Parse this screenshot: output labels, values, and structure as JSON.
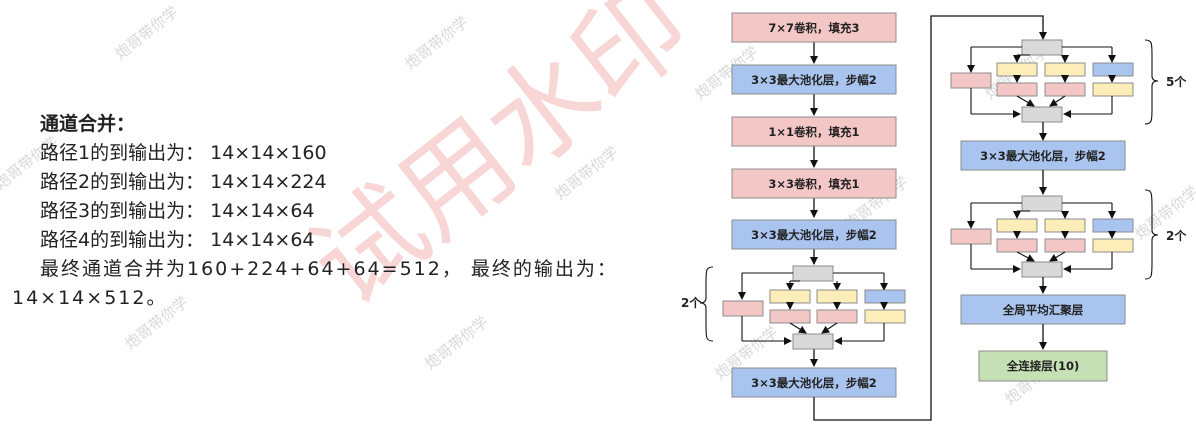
{
  "text": {
    "title": "通道合并：",
    "lines": [
      "路径1的到输出为： 14×14×160",
      "路径2的到输出为： 14×14×224",
      "路径3的到输出为： 14×14×64",
      "路径4的到输出为： 14×14×64"
    ],
    "paragraph": "最终通道合并为160+224+64+64=512， 最终的输出为：14×14×512。"
  },
  "diagram": {
    "left_column": [
      {
        "label": "7×7卷积，填充3",
        "kind": "conv"
      },
      {
        "label": "3×3最大池化层，步幅2",
        "kind": "pool"
      },
      {
        "label": "1×1卷积，填充1",
        "kind": "conv"
      },
      {
        "label": "3×3卷积，填充1",
        "kind": "conv"
      },
      {
        "label": "3×3最大池化层，步幅2",
        "kind": "pool"
      },
      {
        "label": "3×3最大池化层，步幅2",
        "kind": "pool"
      }
    ],
    "right_column": [
      {
        "label": "3×3最大池化层，步幅2",
        "kind": "pool"
      },
      {
        "label": "全局平均汇聚层",
        "kind": "pool"
      },
      {
        "label": "全连接层(10)",
        "kind": "fc"
      }
    ],
    "repeat_labels": {
      "left_block": "2个",
      "right_top": "5个",
      "right_bottom": "2个"
    }
  },
  "colors": {
    "conv": "#f4c7c7",
    "pool": "#a9c4ef",
    "fc": "#c5e0b4",
    "yellow": "#fdeeb9",
    "gray": "#d9d9d9",
    "border": "#8c8c8c"
  },
  "watermark": {
    "big": "试用水印",
    "small": "炮哥带你学"
  }
}
